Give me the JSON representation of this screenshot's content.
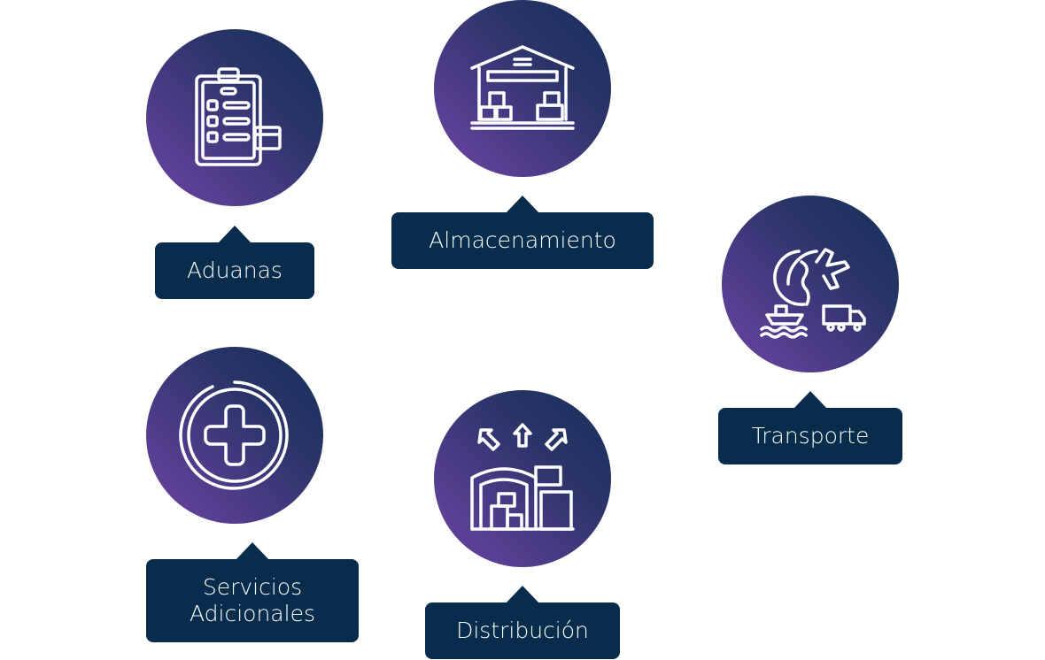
{
  "services": [
    {
      "label": "Aduanas",
      "icon": "clipboard-icon"
    },
    {
      "label": "Almacenamiento",
      "icon": "warehouse-icon"
    },
    {
      "label": "Transporte",
      "icon": "globe-transport-icon"
    },
    {
      "label": "Servicios Adicionales",
      "icon": "plus-circle-icon"
    },
    {
      "label": "Distribución",
      "icon": "distribution-icon"
    }
  ],
  "colors": {
    "gradient_start": "#6d45a3",
    "gradient_end": "#15305a",
    "label_bg": "#072c4c"
  }
}
